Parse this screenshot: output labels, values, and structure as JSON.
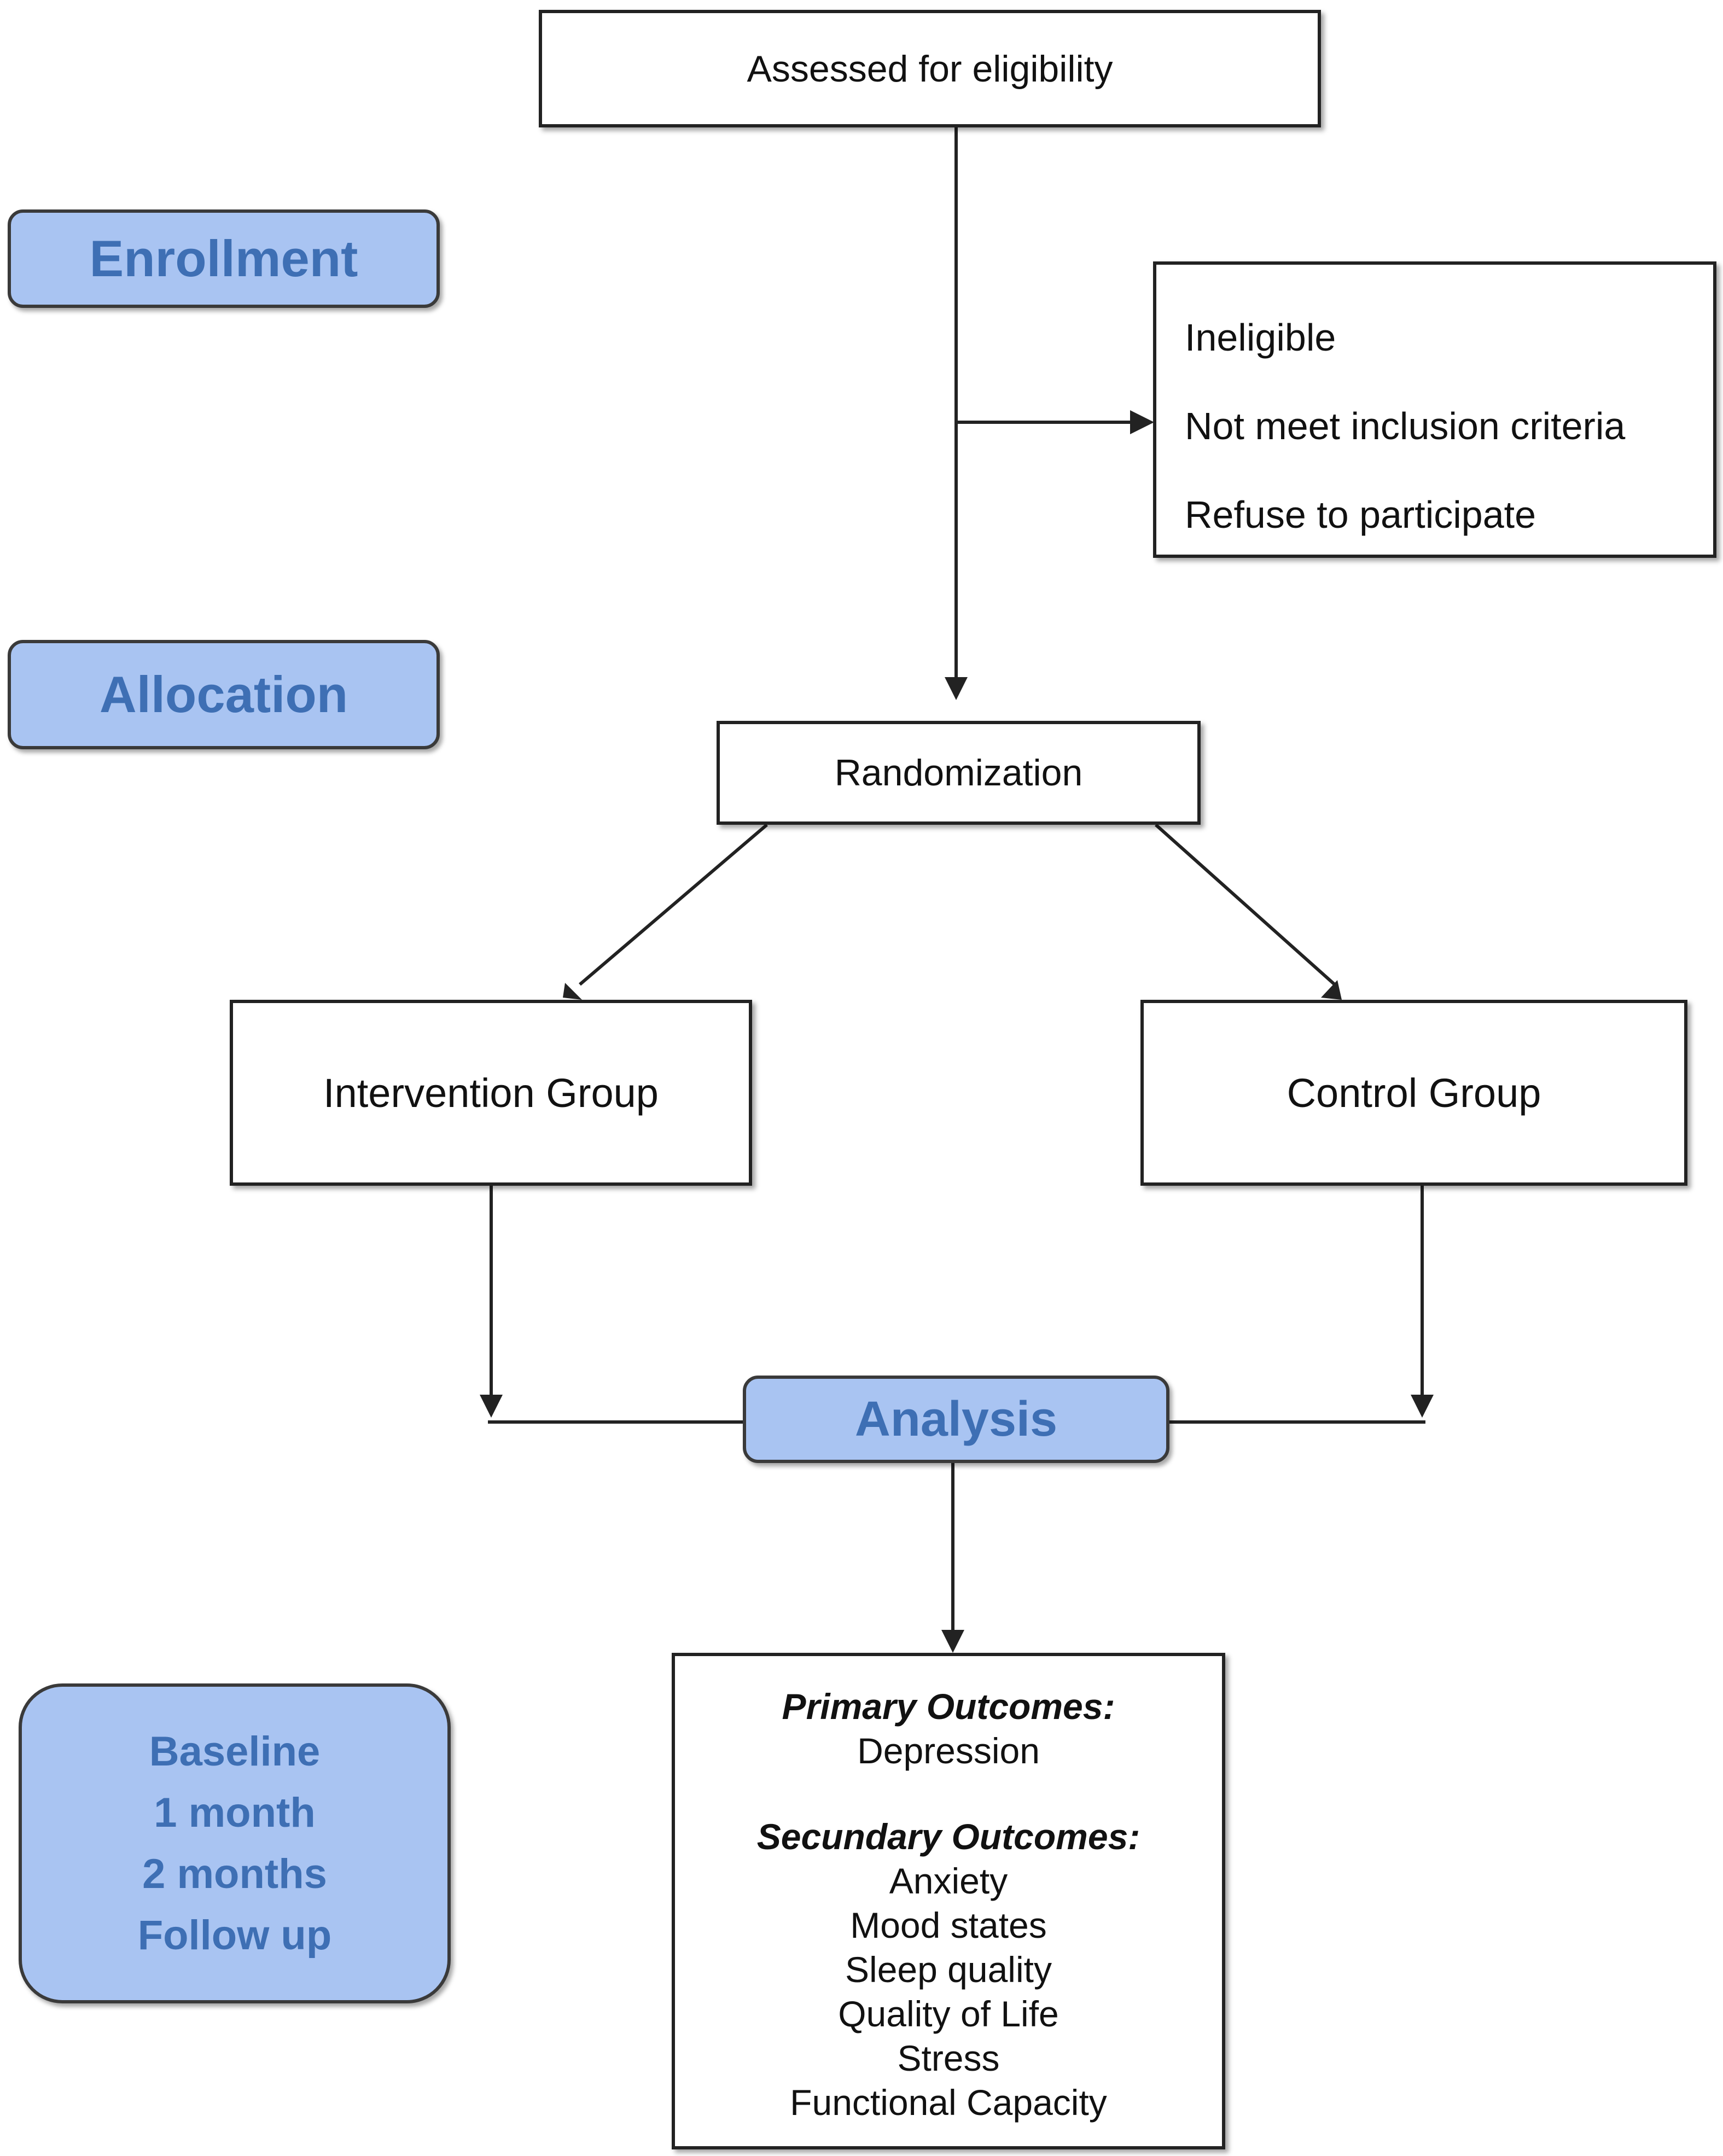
{
  "phases": {
    "enrollment": "Enrollment",
    "allocation": "Allocation",
    "analysis": "Analysis",
    "timepoints": [
      "Baseline",
      "1 month",
      "2 months",
      "Follow up"
    ]
  },
  "boxes": {
    "assessed": "Assessed for eligibility",
    "excluded": [
      "Ineligible",
      "Not meet inclusion criteria",
      "Refuse to participate"
    ],
    "randomization": "Randomization",
    "intervention": "Intervention Group",
    "control": "Control Group"
  },
  "outcomes": {
    "primary_header": "Primary Outcomes:",
    "primary": [
      "Depression"
    ],
    "secondary_header": "Secundary Outcomes:",
    "secondary": [
      "Anxiety",
      "Mood states",
      "Sleep quality",
      "Quality of Life",
      "Stress",
      "Functional Capacity"
    ]
  },
  "colors": {
    "phase_fill": "#a9c4f2",
    "phase_text": "#3e6fb4",
    "line": "#222222"
  }
}
